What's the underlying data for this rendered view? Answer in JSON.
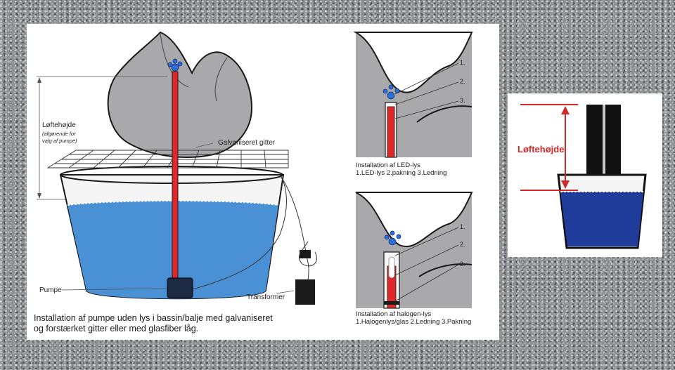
{
  "main": {
    "label_liftheight": "Løftehøjde",
    "label_liftheight_note_1": "(afgørende for",
    "label_liftheight_note_2": "valg af pumpe)",
    "label_grid": "Galvaniseret gitter",
    "label_pump": "Pumpe",
    "label_transformer": "Transformer",
    "caption_line1": "Installation af pumpe uden lys i bassin/balje med galvaniseret",
    "caption_line2": "og forstærket gitter eller med glasfiber låg."
  },
  "led": {
    "n1": "1.",
    "n2": "2.",
    "n3": "3.",
    "caption_title": "Installation af LED-lys",
    "caption_items": "1.LED-lys  2.pakning  3.Ledning"
  },
  "halogen": {
    "n1": "1.",
    "n2": "2.",
    "n3": "3.",
    "caption_title": "Installation af halogen-lys",
    "caption_items": "1.Halogenlys/glas  2.Ledning  3.Pakning"
  },
  "side": {
    "label_liftheight": "Løftehøjde"
  },
  "colors": {
    "water": "#4a90d4",
    "water_dark": "#1f3c9a",
    "pipe_red": "#e0282a",
    "stone": "#a9a9ab",
    "outline": "#1a1a1a",
    "label_red": "#d12a2a"
  }
}
